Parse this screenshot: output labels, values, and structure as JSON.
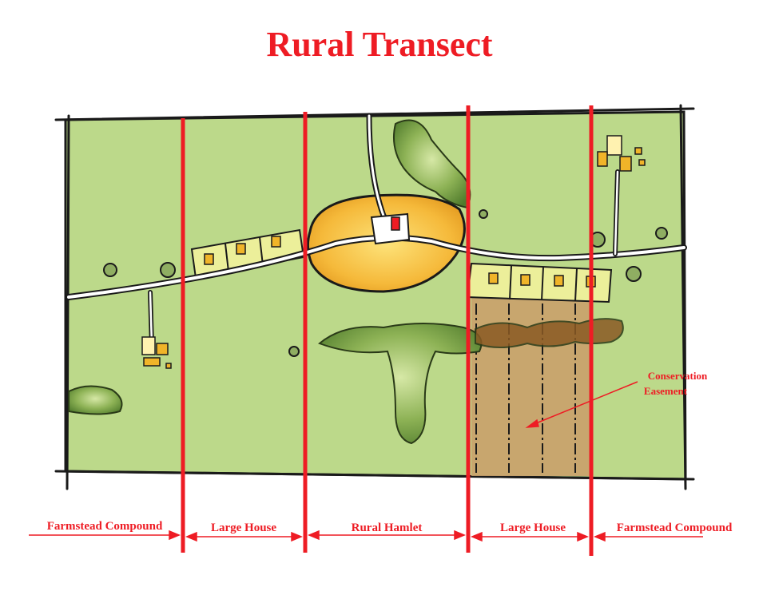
{
  "title": "Rural Transect",
  "callout": {
    "line1": "Conservation",
    "line2": "Easement"
  },
  "zones": [
    {
      "label": "Farmstead Compound"
    },
    {
      "label": "Large House"
    },
    {
      "label": "Rural Hamlet"
    },
    {
      "label": "Large House"
    },
    {
      "label": "Farmstead Compound"
    }
  ],
  "colors": {
    "accent": "#ee1c24",
    "field": "#bcd98a",
    "hamlet": "#f0b429",
    "lots": "#ecef9a",
    "easement": "#c9a06a",
    "woods": "#6f9a3c"
  }
}
